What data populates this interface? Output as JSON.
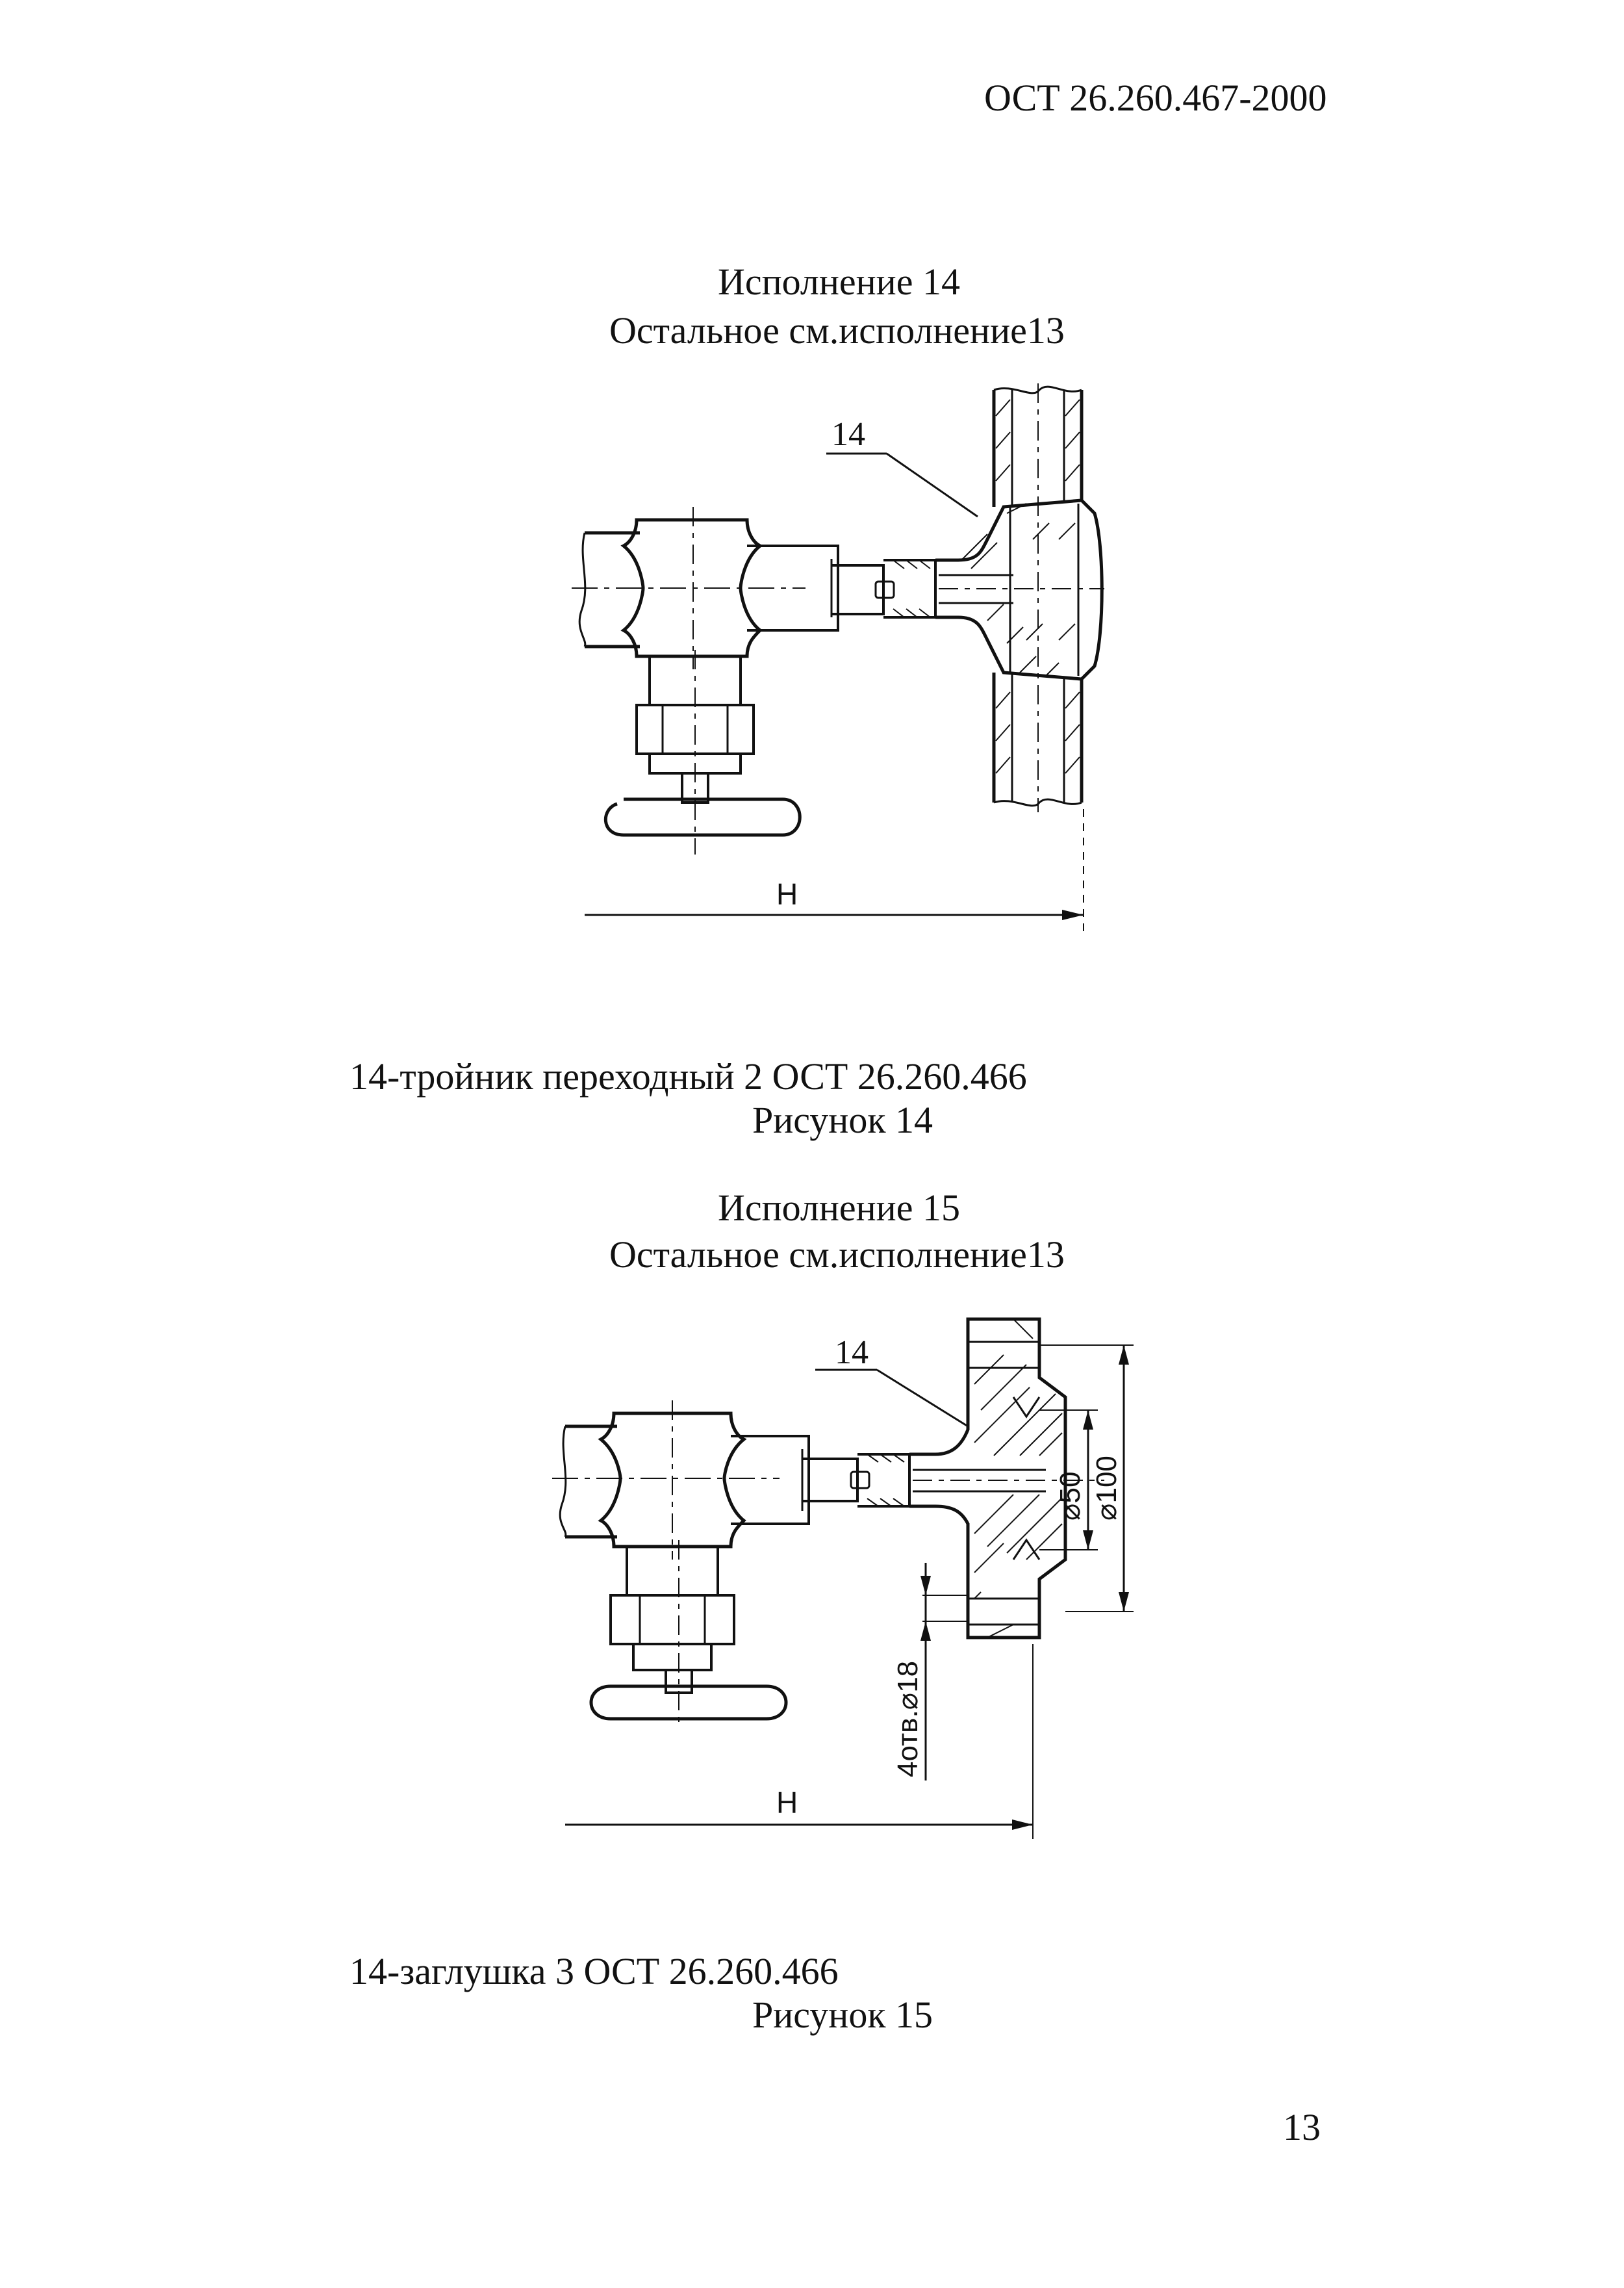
{
  "header": {
    "doc_code": "ОСТ 26.260.467-2000"
  },
  "figure14": {
    "title": "Исполнение 14",
    "subtitle": "Остальное см.исполнение13",
    "callout": "14",
    "dimension_label": "H",
    "legend": "14-тройник переходный  2 ОСТ 26.260.466",
    "caption": "Рисунок 14"
  },
  "figure15": {
    "title": "Исполнение 15",
    "subtitle": "Остальное см.исполнение13",
    "callout": "14",
    "dimension_label": "H",
    "dim_d50": "⌀50",
    "dim_d100": "⌀100",
    "dim_holes": "4отв.⌀18",
    "legend": "14-заглушка  3 ОСТ 26.260.466",
    "caption": "Рисунок 15"
  },
  "footer": {
    "page_number": "13"
  }
}
